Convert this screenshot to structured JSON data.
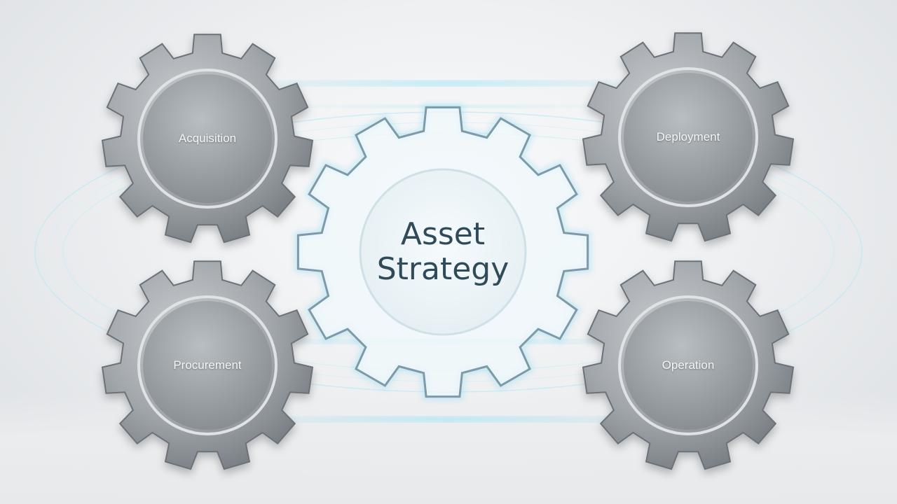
{
  "diagram": {
    "center": {
      "line1": "Asset",
      "line2": "Strategy"
    },
    "gears": [
      {
        "id": "top-left",
        "label": "Acquisition"
      },
      {
        "id": "top-right",
        "label": "Deployment"
      },
      {
        "id": "bottom-left",
        "label": "Procurement"
      },
      {
        "id": "bottom-right",
        "label": "Operation"
      }
    ]
  },
  "colors": {
    "gear_metal": "#9a9fa4",
    "gear_dark": "#6c7277",
    "center_outline": "#7e9aa8",
    "glow": "#7fd8f0",
    "center_text": "#2f4a58"
  }
}
